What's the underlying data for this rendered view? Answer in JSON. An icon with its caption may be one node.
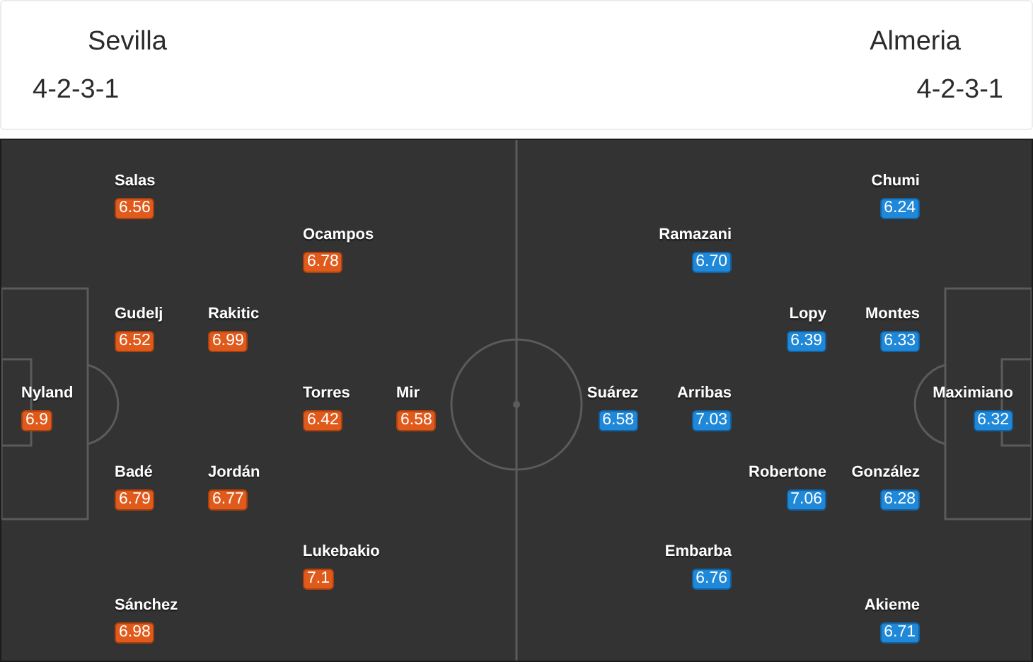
{
  "diagram": {
    "nodes": [
      {
        "text": [
          "6.9"
        ],
        "beside": [
          "Nyland"
        ]
      },
      {
        "text": [
          "6.56"
        ],
        "beside": [
          "Salas"
        ]
      },
      {
        "text": [
          "6.52"
        ],
        "beside": [
          "Gudelj"
        ]
      },
      {
        "text": [
          "6.79"
        ],
        "beside": [
          "Badé"
        ]
      },
      {
        "text": [
          "6.98"
        ],
        "beside": [
          "Sánchez"
        ]
      },
      {
        "text": [
          "6.99"
        ],
        "beside": [
          "Rakitic"
        ]
      },
      {
        "text": [
          "6.77"
        ],
        "beside": [
          "Jordán"
        ]
      },
      {
        "text": [
          "6.78"
        ],
        "beside": [
          "Ocampos"
        ]
      },
      {
        "text": [
          "6.42"
        ],
        "beside": [
          "Torres"
        ]
      },
      {
        "text": [
          "7.1"
        ],
        "beside": [
          "Lukebakio"
        ]
      },
      {
        "text": [
          "6.58"
        ],
        "beside": [
          "Mir"
        ]
      },
      {
        "text": [
          "6.32"
        ],
        "beside": [
          "Maximiano"
        ]
      },
      {
        "text": [
          "6.24"
        ],
        "beside": [
          "Chumi"
        ]
      },
      {
        "text": [
          "6.33"
        ],
        "beside": [
          "Montes"
        ]
      },
      {
        "text": [
          "6.28"
        ],
        "beside": [
          "González"
        ]
      },
      {
        "text": [
          "6.71"
        ],
        "beside": [
          "Akieme"
        ]
      },
      {
        "text": [
          "6.39"
        ],
        "beside": [
          "Lopy"
        ]
      },
      {
        "text": [
          "7.06"
        ],
        "beside": [
          "Robertone"
        ]
      },
      {
        "text": [
          "6.70"
        ],
        "beside": [
          "Ramazani"
        ]
      },
      {
        "text": [
          "7.03"
        ],
        "beside": [
          "Arribas"
        ]
      },
      {
        "text": [
          "6.76"
        ],
        "beside": [
          "Embarba"
        ]
      },
      {
        "text": [
          "6.58"
        ],
        "beside": [
          "Suárez"
        ]
      }
    ],
    "labels": [
      "Sevilla",
      "Almeria",
      "4-2-3-1",
      "4-2-3-1"
    ]
  }
}
